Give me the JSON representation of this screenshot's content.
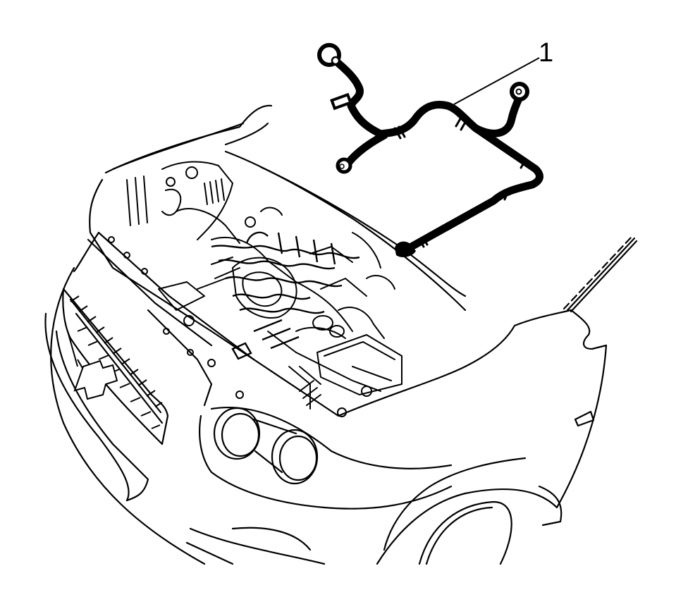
{
  "diagram": {
    "subject": "Vehicle front end, hood open, engine compartment with removed wiring harness",
    "callouts": [
      {
        "number": "1",
        "target": "wiring harness (battery cable assembly)"
      }
    ],
    "colors": {
      "line": "#000000",
      "background": "#ffffff"
    }
  }
}
